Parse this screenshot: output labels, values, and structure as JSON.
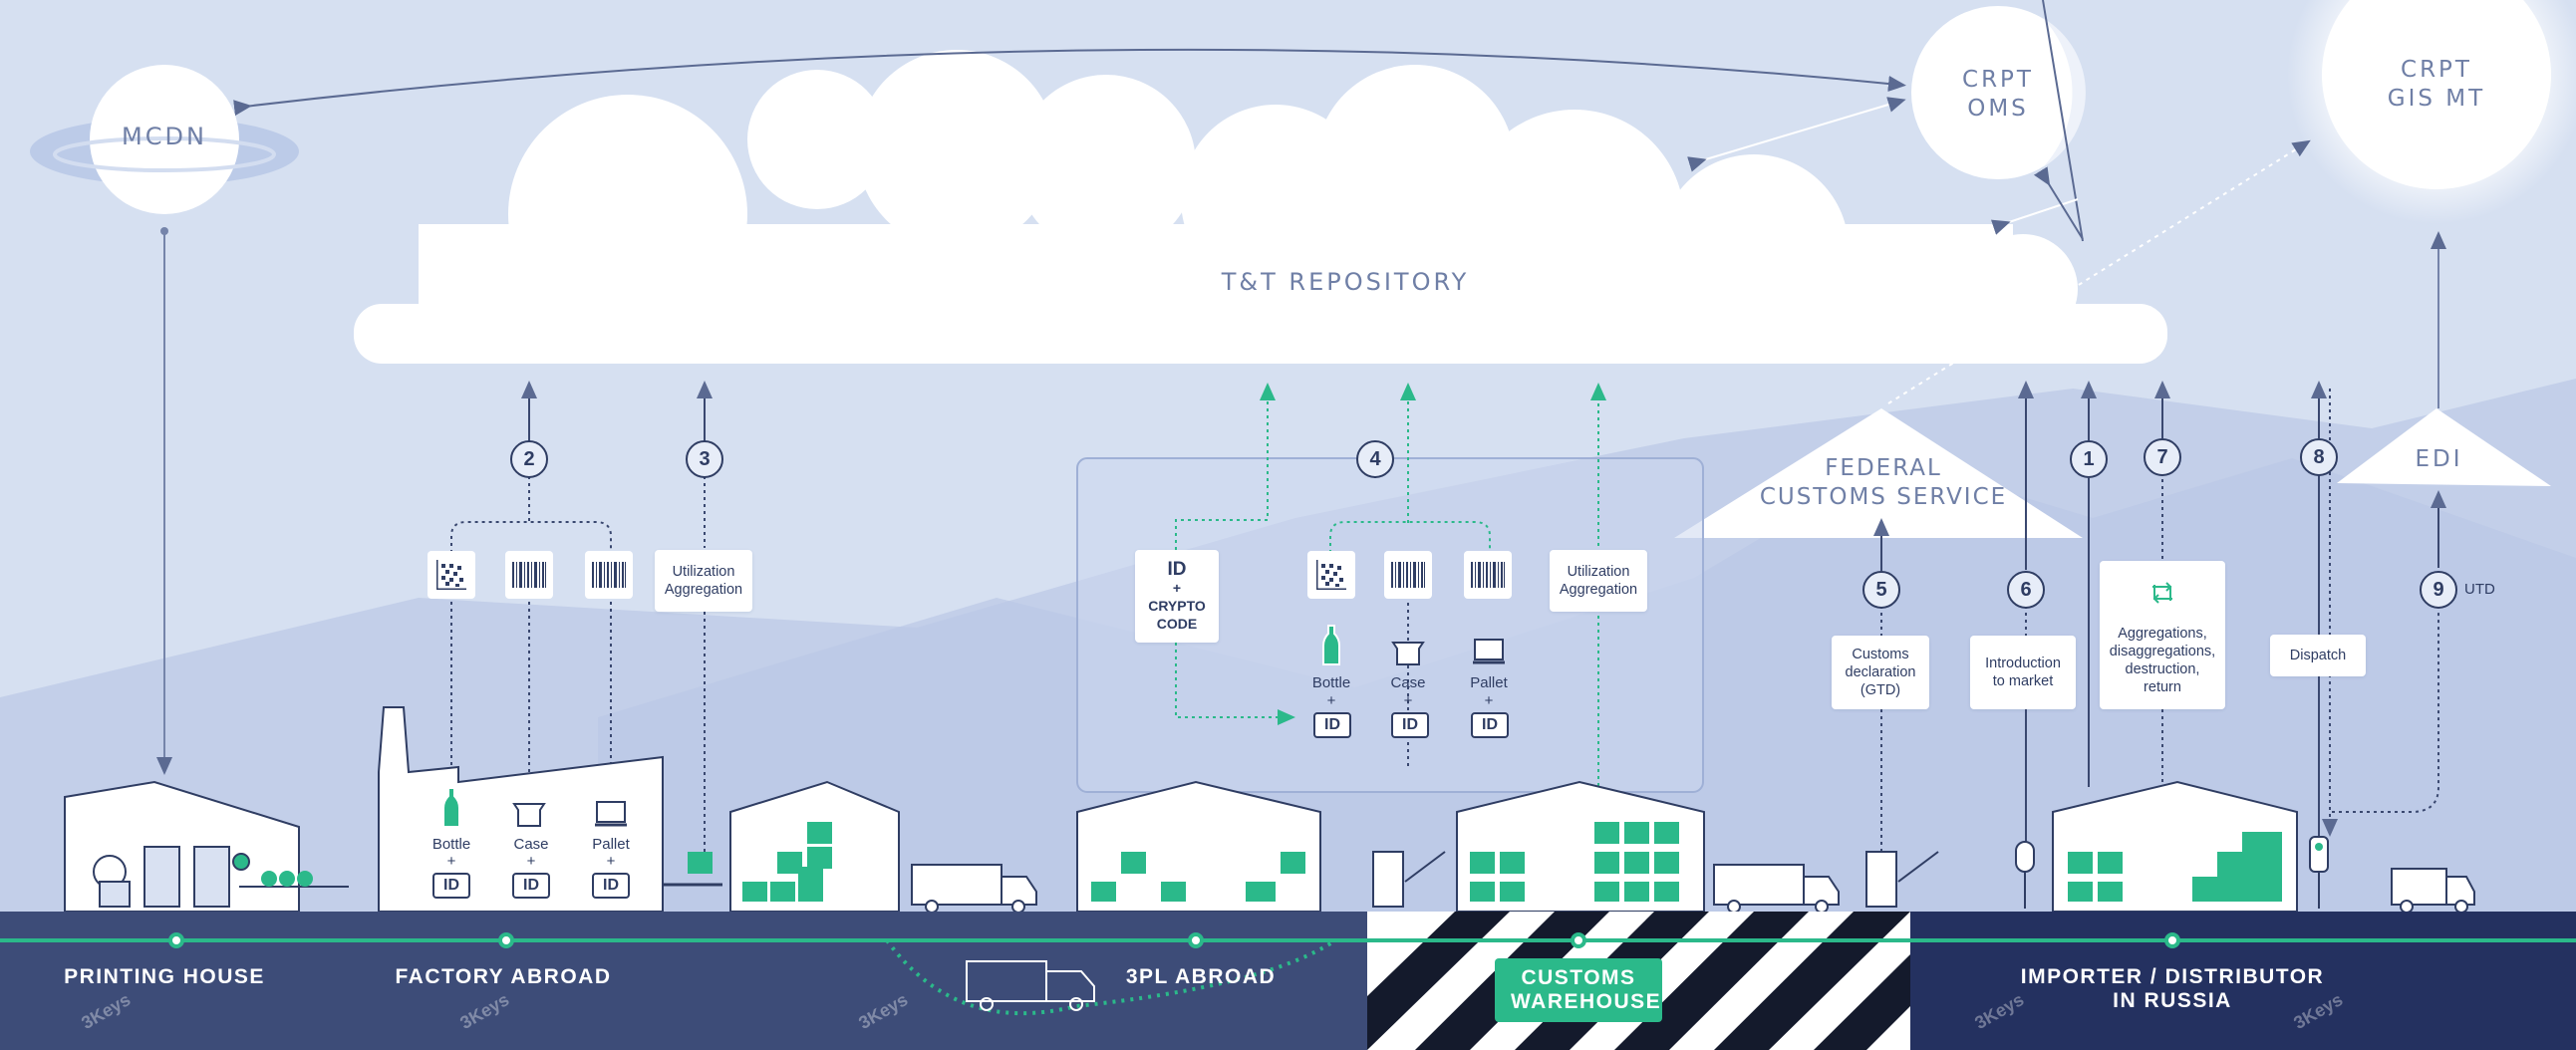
{
  "nodes": {
    "mcdn": "MCDN",
    "crpt_oms": [
      "CRPT",
      "OMS"
    ],
    "crpt_gis": [
      "CRPT",
      "GIS MT"
    ],
    "repository": "T&T REPOSITORY",
    "customs_service": [
      "FEDERAL",
      "CUSTOMS SERVICE"
    ],
    "edi": "EDI"
  },
  "steps": [
    "1",
    "2",
    "3",
    "4",
    "5",
    "6",
    "7",
    "8",
    "9"
  ],
  "cards": {
    "utilization_aggregation": [
      "Utilization",
      "Aggregation"
    ],
    "id_crypto": [
      "ID",
      "+",
      "CRYPTO",
      "CODE"
    ],
    "customs_declaration": [
      "Customs",
      "declaration",
      "(GTD)"
    ],
    "introduction": [
      "Introduction",
      "to market"
    ],
    "aggregations": [
      "Aggregations,",
      "disaggregations,",
      "destruction,",
      "return"
    ],
    "dispatch": "Dispatch"
  },
  "packaging": {
    "bottle": "Bottle",
    "case": "Case",
    "pallet": "Pallet",
    "plus": "+",
    "id": "ID"
  },
  "utd": "UTD",
  "locations": {
    "printing_house": "PRINTING HOUSE",
    "factory": "FACTORY ABROAD",
    "threepl": "3PL ABROAD",
    "customs": [
      "CUSTOMS",
      "WAREHOUSE"
    ],
    "importer": [
      "IMPORTER / DISTRIBUTOR",
      "IN RUSSIA"
    ]
  },
  "watermark": "3Keys",
  "colors": {
    "background": "#d6e0f1",
    "navy": "#2f3d63",
    "band": "#3d4c78",
    "band_dark": "#243160",
    "accent_green": "#2bb98a",
    "node_text": "#6f7fa6"
  }
}
